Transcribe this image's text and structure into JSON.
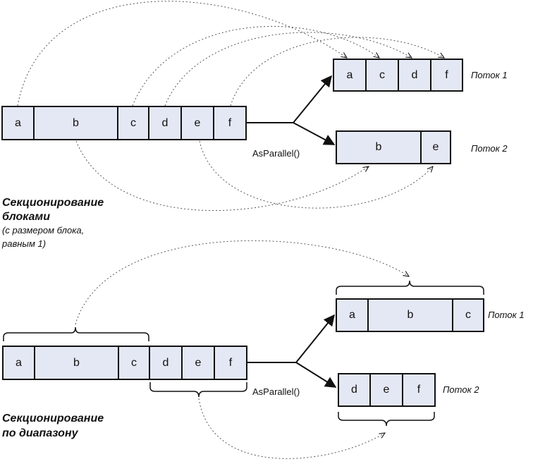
{
  "chunk": {
    "title_line1": "Секционирование",
    "title_line2": "блоками",
    "note_line1": "(с размером блока,",
    "note_line2": "равным 1)",
    "source_cells": [
      "a",
      "b",
      "c",
      "d",
      "e",
      "f"
    ],
    "operator": "AsParallel()",
    "stream1": {
      "label": "Поток 1",
      "cells": [
        "a",
        "c",
        "d",
        "f"
      ]
    },
    "stream2": {
      "label": "Поток 2",
      "cells": [
        "b",
        "e"
      ]
    }
  },
  "range": {
    "title_line1": "Секционирование",
    "title_line2": "по диапазону",
    "source_cells": [
      "a",
      "b",
      "c",
      "d",
      "e",
      "f"
    ],
    "operator": "AsParallel()",
    "stream1": {
      "label": "Поток 1",
      "cells": [
        "a",
        "b",
        "c"
      ]
    },
    "stream2": {
      "label": "Поток 2",
      "cells": [
        "d",
        "e",
        "f"
      ]
    }
  },
  "colors": {
    "cell_fill": "#e4e8f4",
    "stroke": "#111111",
    "dashed": "#555555"
  }
}
